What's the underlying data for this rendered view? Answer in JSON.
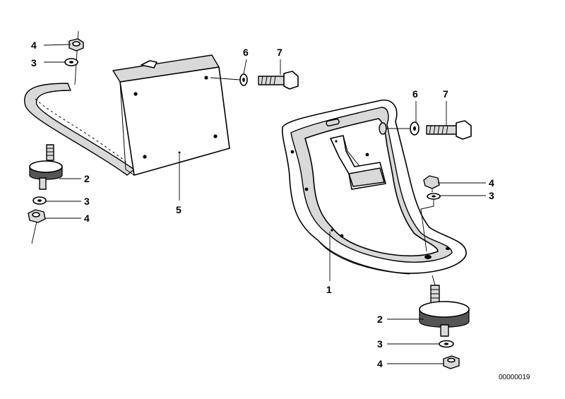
{
  "callouts": {
    "left_nut_top": "4",
    "left_washer_top": "3",
    "left_mount": "2",
    "left_washer_bottom": "3",
    "left_nut_bottom": "4",
    "left_bracket": "5",
    "left_washer_bolt": "6",
    "left_bolt": "7",
    "right_washer_bolt": "6",
    "right_bolt": "7",
    "right_nut_top": "4",
    "right_washer_top": "3",
    "right_bracket": "1",
    "right_mount": "2",
    "right_washer_bottom": "3",
    "right_nut_bottom": "4"
  },
  "document_number": "00000019"
}
